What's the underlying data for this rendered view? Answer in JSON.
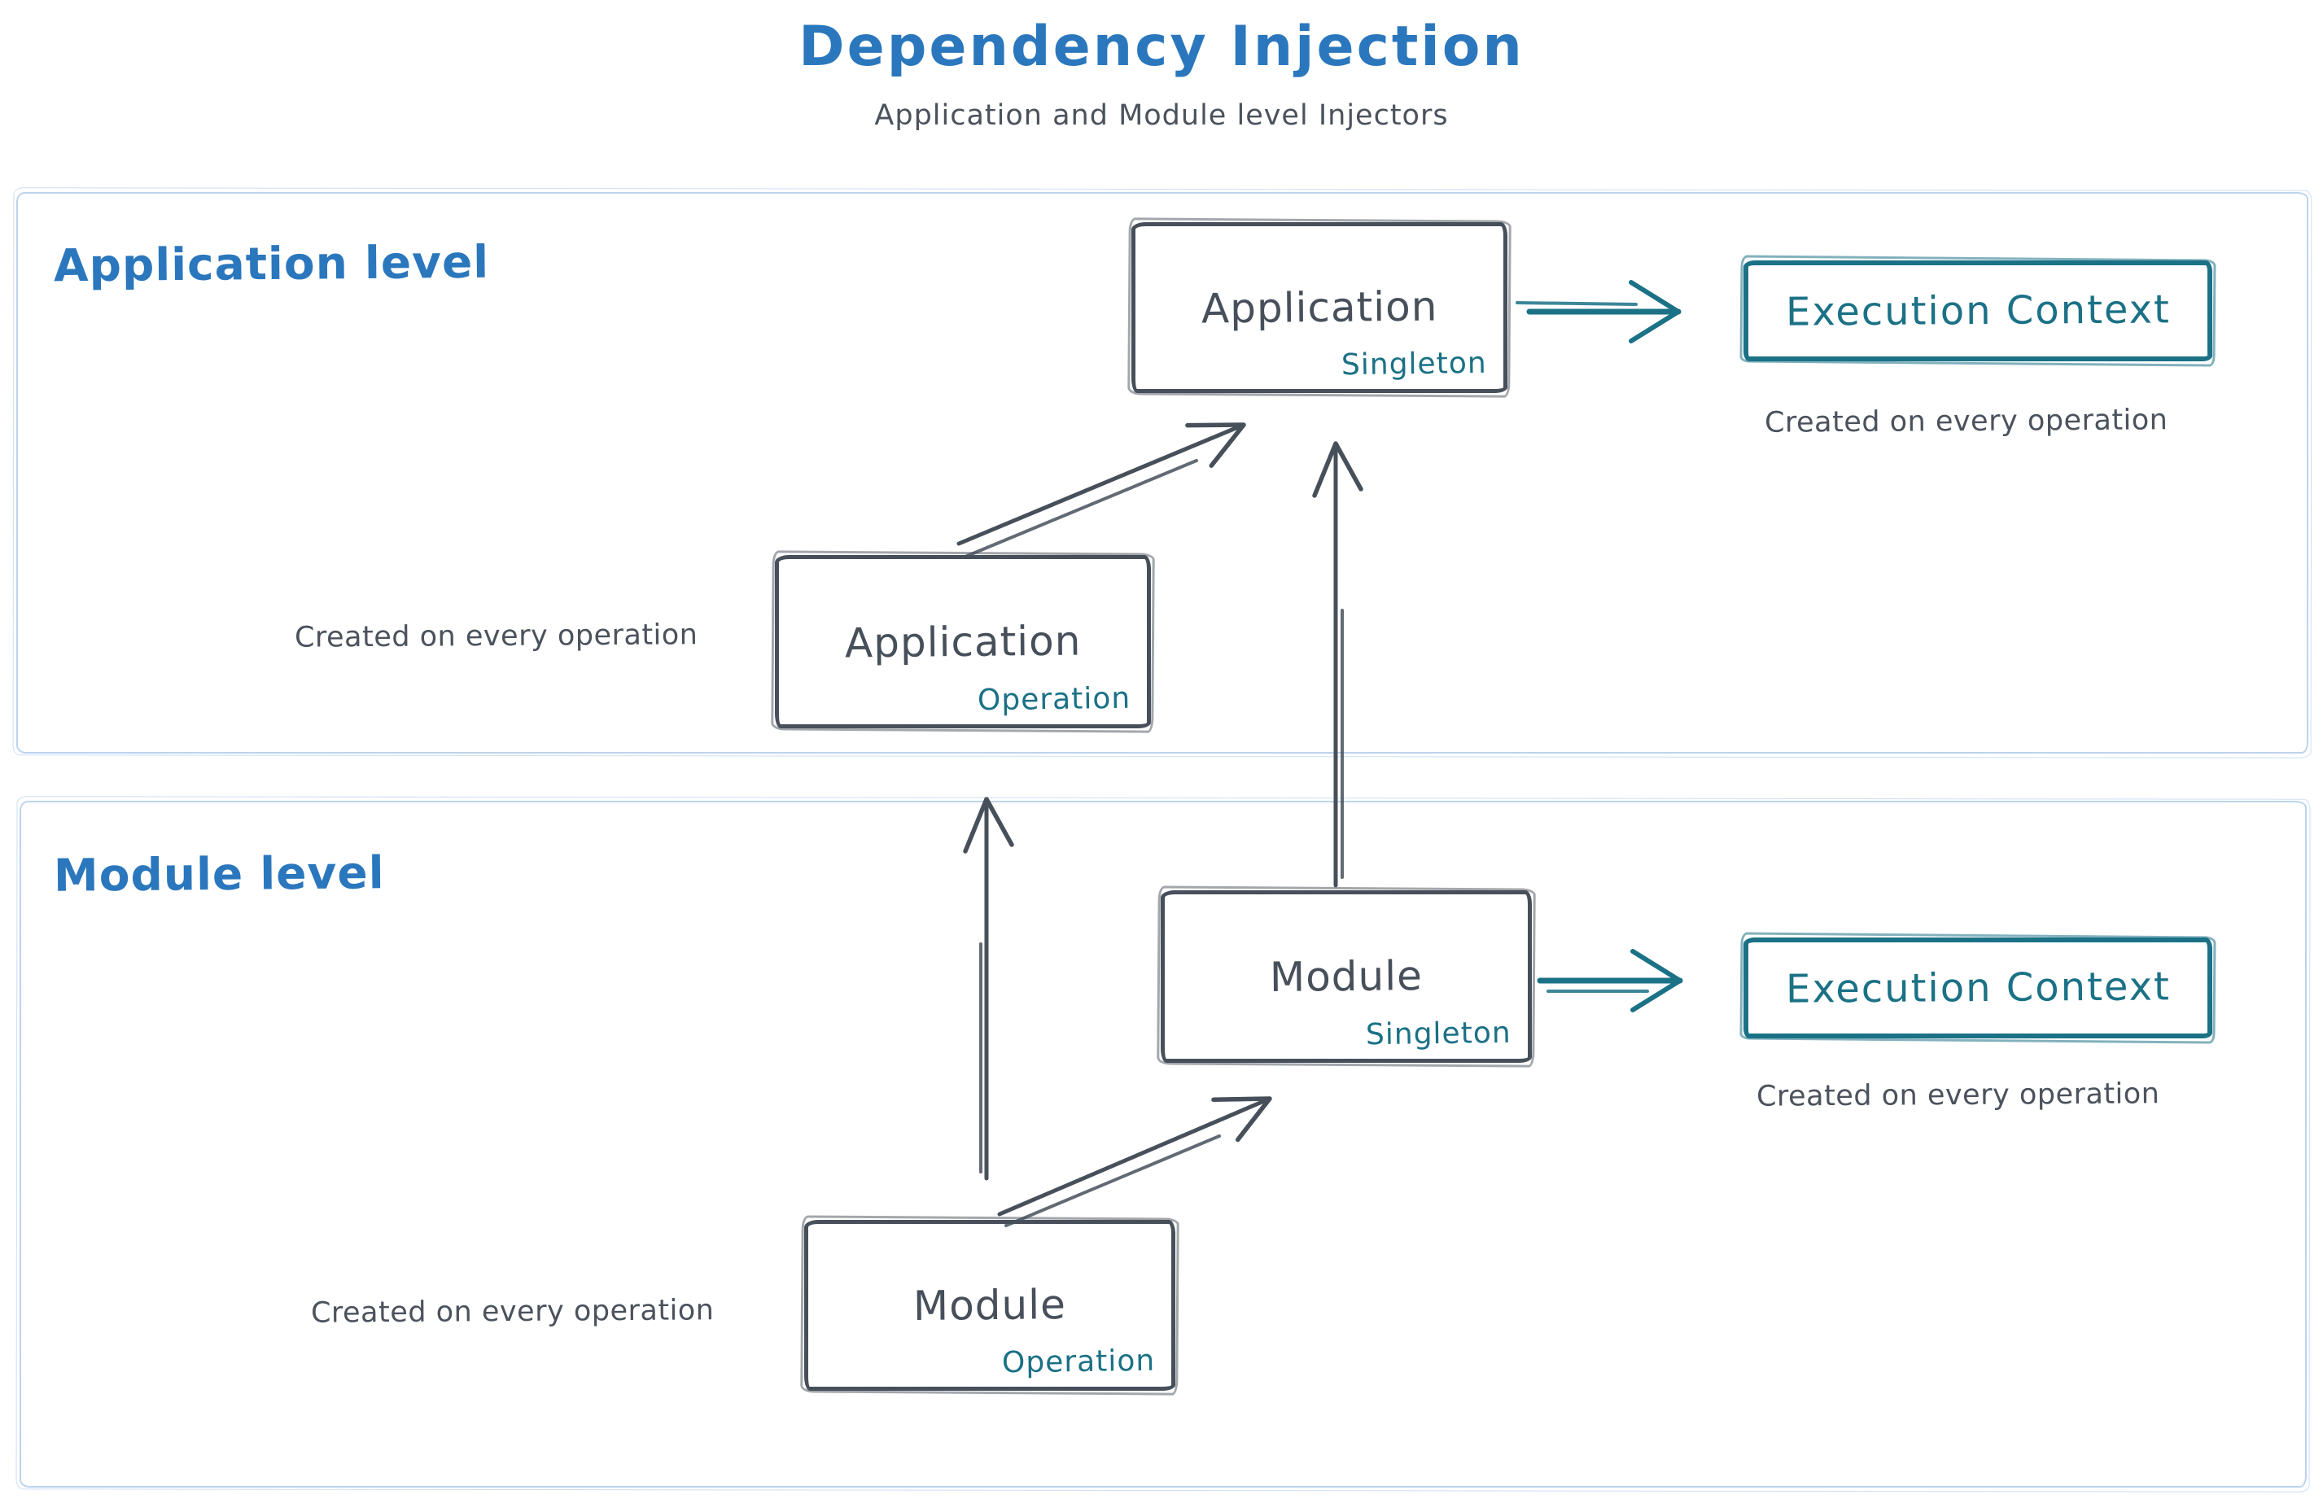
{
  "colors": {
    "blue": "#2b77bd",
    "dark": "#47505a",
    "teal": "#1b7186",
    "light": "#bdd3ed",
    "gray": "#4b525c"
  },
  "header": {
    "title": "Dependency Injection",
    "subtitle": "Application and Module level Injectors"
  },
  "sections": {
    "application": {
      "label": "Application level",
      "singleton_box": {
        "title": "Application",
        "tag": "Singleton"
      },
      "operation_box": {
        "title": "Application",
        "tag": "Operation"
      },
      "execution_box": {
        "title": "Execution Context"
      },
      "exec_note": "Created on every operation",
      "operation_note": "Created on every operation"
    },
    "module": {
      "label": "Module level",
      "singleton_box": {
        "title": "Module",
        "tag": "Singleton"
      },
      "operation_box": {
        "title": "Module",
        "tag": "Operation"
      },
      "execution_box": {
        "title": "Execution Context"
      },
      "exec_note": "Created on every operation",
      "operation_note": "Created on every operation"
    }
  }
}
